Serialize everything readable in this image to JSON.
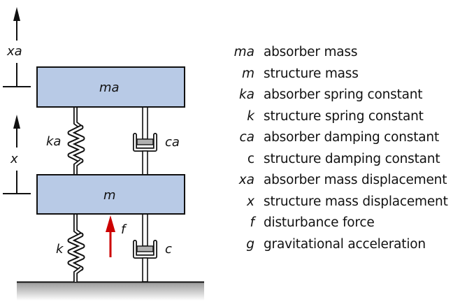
{
  "diagram": {
    "title": "Two-mass vibration absorber (mass-spring-damper) schematic",
    "colors": {
      "mass_fill": "#b8cae6",
      "outline": "#111111",
      "force_arrow": "#cc0000",
      "piston": "#b0b0b0",
      "ground_top": "#9a9a9a",
      "ground_bottom": "#ffffff"
    },
    "labels": {
      "absorber_mass": "ma",
      "structure_mass": "m",
      "absorber_spring": "ka",
      "absorber_damper": "ca",
      "structure_spring": "k",
      "structure_damper": "c",
      "absorber_displacement": "xa",
      "structure_displacement": "x",
      "force": "f"
    }
  },
  "legend": {
    "items": [
      {
        "symbol": "ma",
        "description": "absorber mass",
        "italic": true
      },
      {
        "symbol": "m",
        "description": "structure mass",
        "italic": true
      },
      {
        "symbol": "ka",
        "description": "absorber spring constant",
        "italic": true
      },
      {
        "symbol": "k",
        "description": "structure spring constant",
        "italic": true
      },
      {
        "symbol": "ca",
        "description": "absorber damping constant",
        "italic": true
      },
      {
        "symbol": "c",
        "description": "structure damping constant",
        "italic": false
      },
      {
        "symbol": "xa",
        "description": "absorber mass displacement",
        "italic": true
      },
      {
        "symbol": "x",
        "description": "structure mass displacement",
        "italic": true
      },
      {
        "symbol": "f",
        "description": "disturbance force",
        "italic": true
      },
      {
        "symbol": "g",
        "description": "gravitational acceleration",
        "italic": true
      }
    ]
  }
}
